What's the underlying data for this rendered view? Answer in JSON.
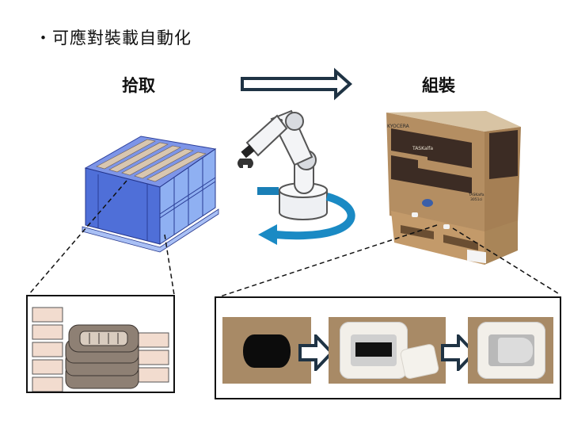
{
  "heading": {
    "bullet": "・",
    "text": "可應對裝載自動化"
  },
  "stages": {
    "pick_label": "拾取",
    "assemble_label": "組裝"
  },
  "icons": {
    "process_arrow": "right-hollow-arrow-icon",
    "robot": "robot-arm-icon",
    "rotation": "rotation-arrow-icon",
    "step_arrow": "right-hollow-arrow-icon"
  },
  "box_markings": {
    "brand": "KYOCERA",
    "product": "TASKalfa",
    "label_line1": "TASKalfa",
    "label_line2": "3051ci"
  },
  "assembly_steps": [
    {
      "name": "opening"
    },
    {
      "name": "insert-part"
    },
    {
      "name": "assembled"
    }
  ],
  "colors": {
    "arrow_stroke": "#1f3344",
    "rotation_blue": "#1a8ac4",
    "crate_blue": "#5b7fe0",
    "cardboard": "#b08a5e",
    "box_dark": "#3a2a22"
  }
}
